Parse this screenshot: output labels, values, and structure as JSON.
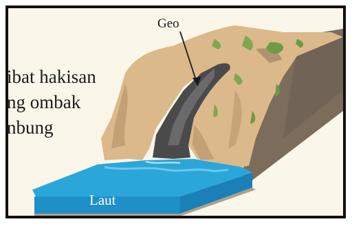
{
  "labels": {
    "geo": "Geo",
    "laut": "Laut"
  },
  "side_text": [
    "ibat hakisan",
    "ng ombak",
    "nbung"
  ],
  "colors": {
    "rock": "#dcb98a",
    "rock_shadow": "#8e7a64",
    "cliff_side": "#7a6a5a",
    "vegetation": "#6f9a48",
    "cave": "#4a4a4a",
    "sea_top": "#2aa7d8",
    "sea_side": "#1b7fb8"
  }
}
